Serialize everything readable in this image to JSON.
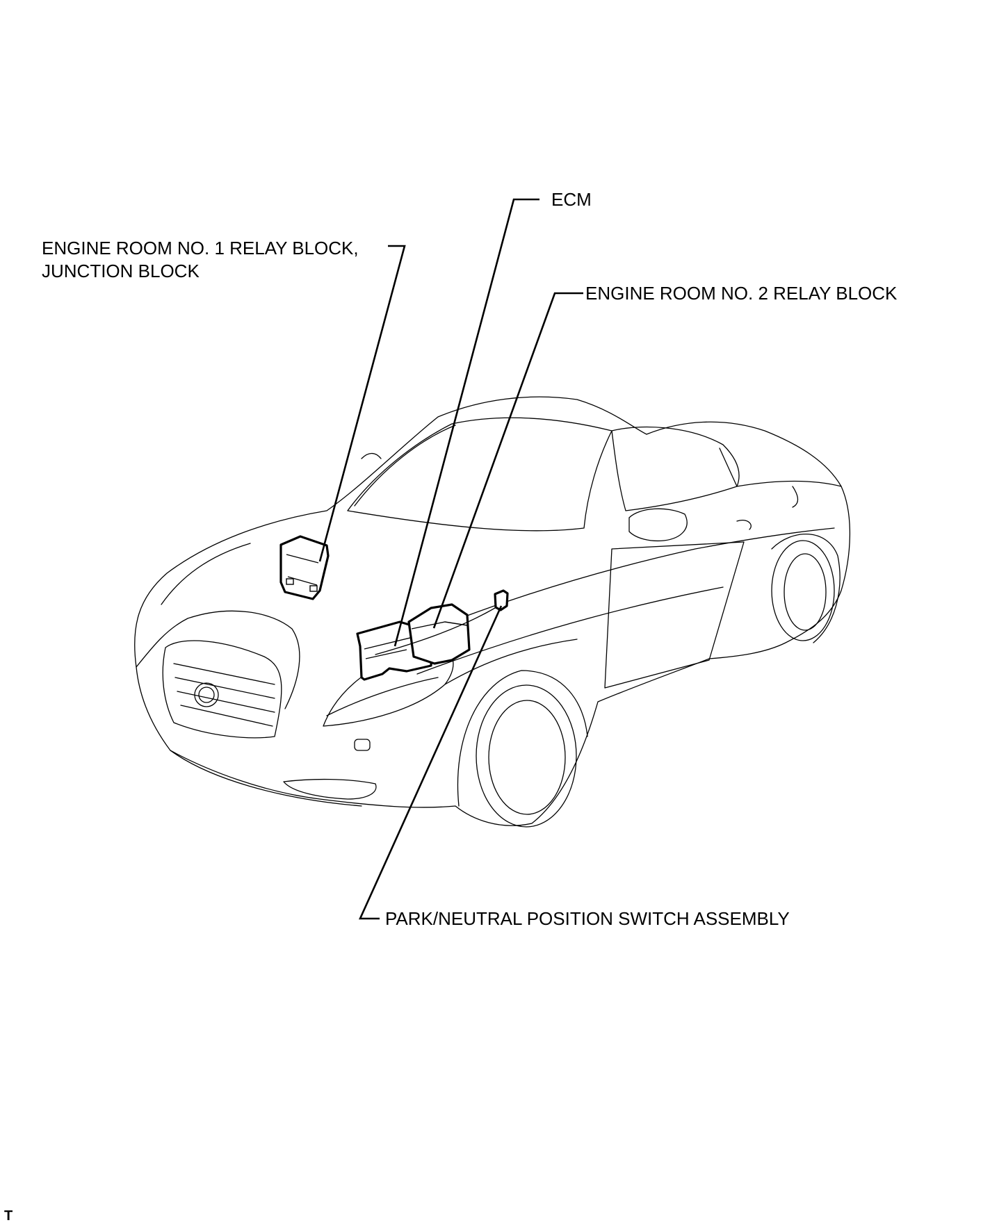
{
  "labels": {
    "ecm": "ECM",
    "relay1_line1": "ENGINE ROOM NO. 1 RELAY BLOCK,",
    "relay1_line2": "JUNCTION BLOCK",
    "relay2": "ENGINE ROOM NO. 2 RELAY BLOCK",
    "pnp_switch": "PARK/NEUTRAL POSITION SWITCH ASSEMBLY"
  },
  "corner_mark": "T"
}
